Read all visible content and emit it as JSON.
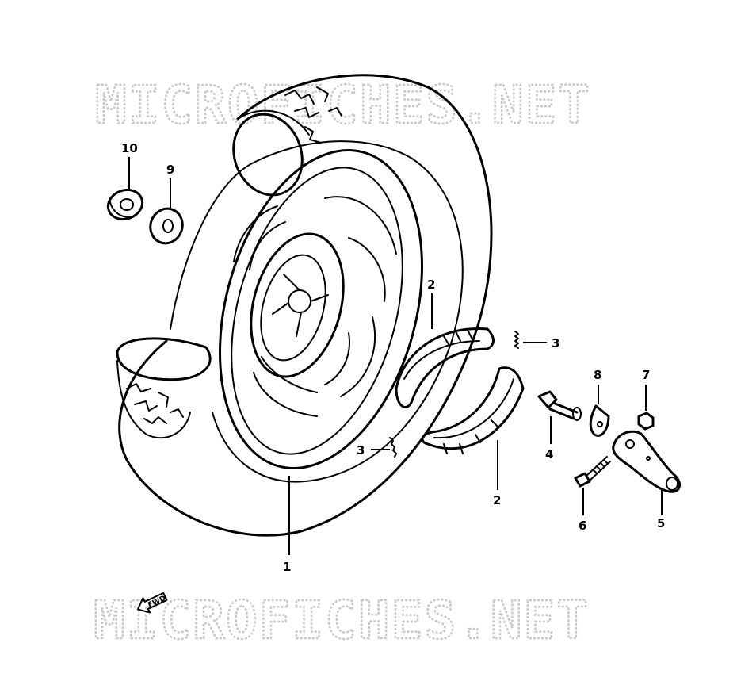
{
  "watermark": {
    "top_text": "MICROFICHES.NET",
    "bottom_text": "MICROFICHES.NET",
    "color": "#c8c8c8"
  },
  "direction_marker": {
    "label": "FWD",
    "icon": "forward-arrow-icon"
  },
  "callouts": {
    "part_1": "1",
    "part_2_top": "2",
    "part_2_bottom": "2",
    "part_3_top": "3",
    "part_3_bottom": "3",
    "part_4": "4",
    "part_5": "5",
    "part_6": "6",
    "part_7": "7",
    "part_8": "8",
    "part_9": "9",
    "part_10": "10"
  },
  "parts": [
    {
      "number": "1",
      "name_icon": "rear-wheel-icon"
    },
    {
      "number": "2",
      "name_icon": "brake-shoe-icon"
    },
    {
      "number": "3",
      "name_icon": "spring-icon"
    },
    {
      "number": "4",
      "name_icon": "camshaft-icon"
    },
    {
      "number": "5",
      "name_icon": "cam-lever-icon"
    },
    {
      "number": "6",
      "name_icon": "bolt-icon"
    },
    {
      "number": "7",
      "name_icon": "nut-icon"
    },
    {
      "number": "8",
      "name_icon": "indicator-plate-icon"
    },
    {
      "number": "9",
      "name_icon": "washer-icon"
    },
    {
      "number": "10",
      "name_icon": "axle-nut-icon"
    }
  ]
}
